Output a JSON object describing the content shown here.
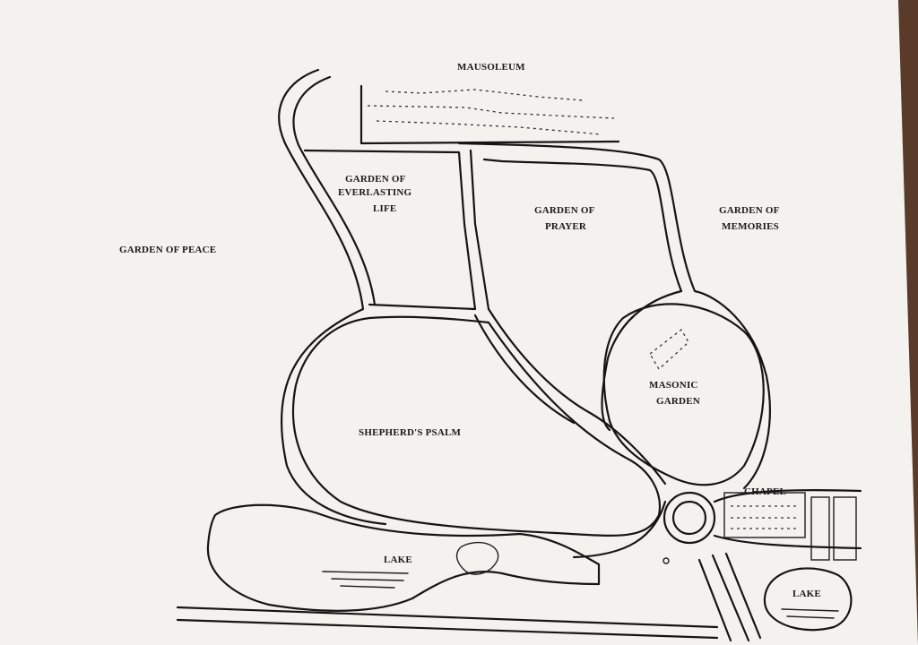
{
  "map": {
    "labels": {
      "mausoleum": "MAUSOLEUM",
      "everlasting_1": "GARDEN OF",
      "everlasting_2": "EVERLASTING",
      "everlasting_3": "LIFE",
      "prayer_1": "GARDEN OF",
      "prayer_2": "PRAYER",
      "memories_1": "GARDEN OF",
      "memories_2": "MEMORIES",
      "peace": "GARDEN OF PEACE",
      "masonic_1": "MASONIC",
      "masonic_2": "GARDEN",
      "psalm": "SHEPHERD'S PSALM",
      "lake_main": "LAKE",
      "lake_small": "LAKE",
      "chapel": "CHAPEL"
    },
    "colors": {
      "paper": "#f3f2ee",
      "ink": "#151515",
      "background": "#d9d6d2"
    }
  }
}
